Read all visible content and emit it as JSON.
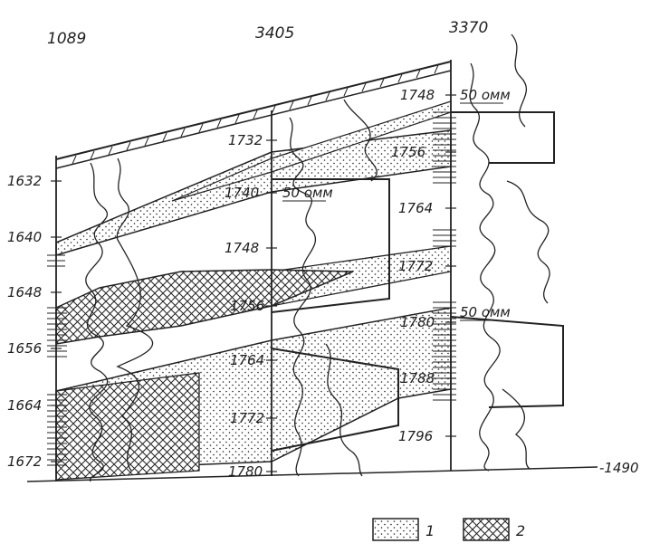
{
  "wells": [
    {
      "name": "1089"
    },
    {
      "name": "3405"
    },
    {
      "name": "3370"
    }
  ],
  "depths": {
    "well_1089": [
      "1632",
      "1640",
      "1648",
      "1656",
      "1664",
      "1672"
    ],
    "well_3405": [
      "1732",
      "1740",
      "1748",
      "1756",
      "1764",
      "1772",
      "1780"
    ],
    "well_3370": [
      "1748",
      "1756",
      "1764",
      "1772",
      "1780",
      "1788",
      "1796"
    ]
  },
  "log_scale_labels": {
    "scale_3405": "50 омм",
    "scale_3370_top": "50 омм",
    "scale_3370_bottom": "50 омм"
  },
  "datum_label": "-1490",
  "legend": [
    {
      "number": "1",
      "pattern": "dotted"
    },
    {
      "number": "2",
      "pattern": "crosshatch"
    }
  ],
  "colors": {
    "ink": "#1f1f1f",
    "paper": "#ffffff"
  }
}
